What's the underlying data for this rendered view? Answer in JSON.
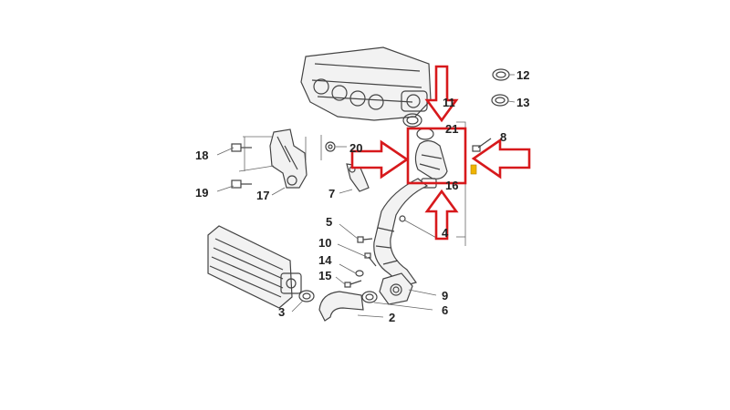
{
  "labels": [
    {
      "id": "12",
      "text": "12"
    },
    {
      "id": "13",
      "text": "13"
    },
    {
      "id": "11",
      "text": "11"
    },
    {
      "id": "21",
      "text": "21"
    },
    {
      "id": "8",
      "text": "8"
    },
    {
      "id": "18",
      "text": "18"
    },
    {
      "id": "20",
      "text": "20"
    },
    {
      "id": "19",
      "text": "19"
    },
    {
      "id": "17",
      "text": "17"
    },
    {
      "id": "7",
      "text": "7"
    },
    {
      "id": "16",
      "text": "16"
    },
    {
      "id": "5",
      "text": "5"
    },
    {
      "id": "4",
      "text": "4"
    },
    {
      "id": "10",
      "text": "10"
    },
    {
      "id": "14",
      "text": "14"
    },
    {
      "id": "15",
      "text": "15"
    },
    {
      "id": "9",
      "text": "9"
    },
    {
      "id": "3",
      "text": "3"
    },
    {
      "id": "2",
      "text": "2"
    },
    {
      "id": "6",
      "text": "6"
    }
  ],
  "colors": {
    "highlight": "#d7191c",
    "line": "#444444",
    "label": "#222222",
    "accent_tab": "#f0b400"
  }
}
